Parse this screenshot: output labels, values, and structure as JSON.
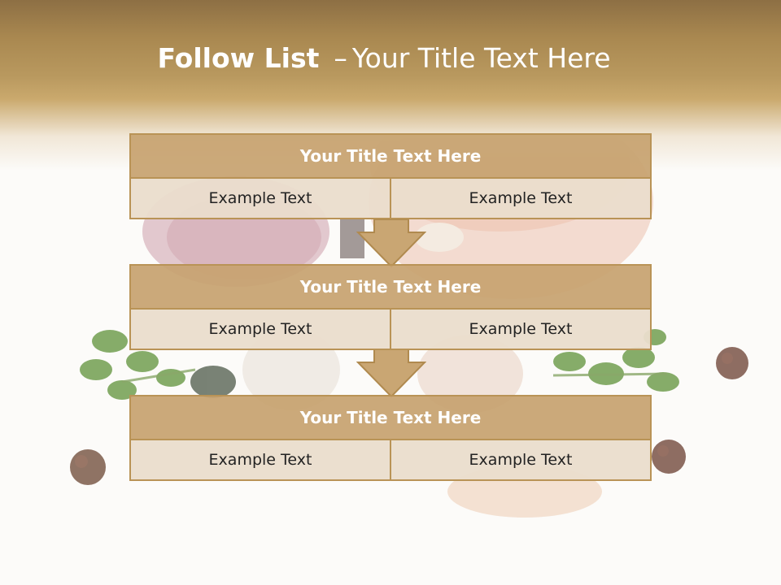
{
  "slide": {
    "title_bold": "Follow List",
    "title_separator": "–",
    "title_rest": "Your Title Text Here",
    "blocks": [
      {
        "title": "Your Title Text Here",
        "left": "Example Text",
        "right": "Example Text"
      },
      {
        "title": "Your Title Text Here",
        "left": "Example Text",
        "right": "Example Text"
      },
      {
        "title": "Your Title Text Here",
        "left": "Example Text",
        "right": "Example Text"
      }
    ]
  },
  "colors": {
    "header_brown": "#a98850",
    "block_title_tan": "#c7a370",
    "block_border": "#b99356",
    "cell_beige": "#eaddcc",
    "arrow_fill": "#c9a673"
  },
  "background_image": [
    "onion-photo",
    "garlic-photo",
    "parsley-photo",
    "peppercorn-photo"
  ]
}
